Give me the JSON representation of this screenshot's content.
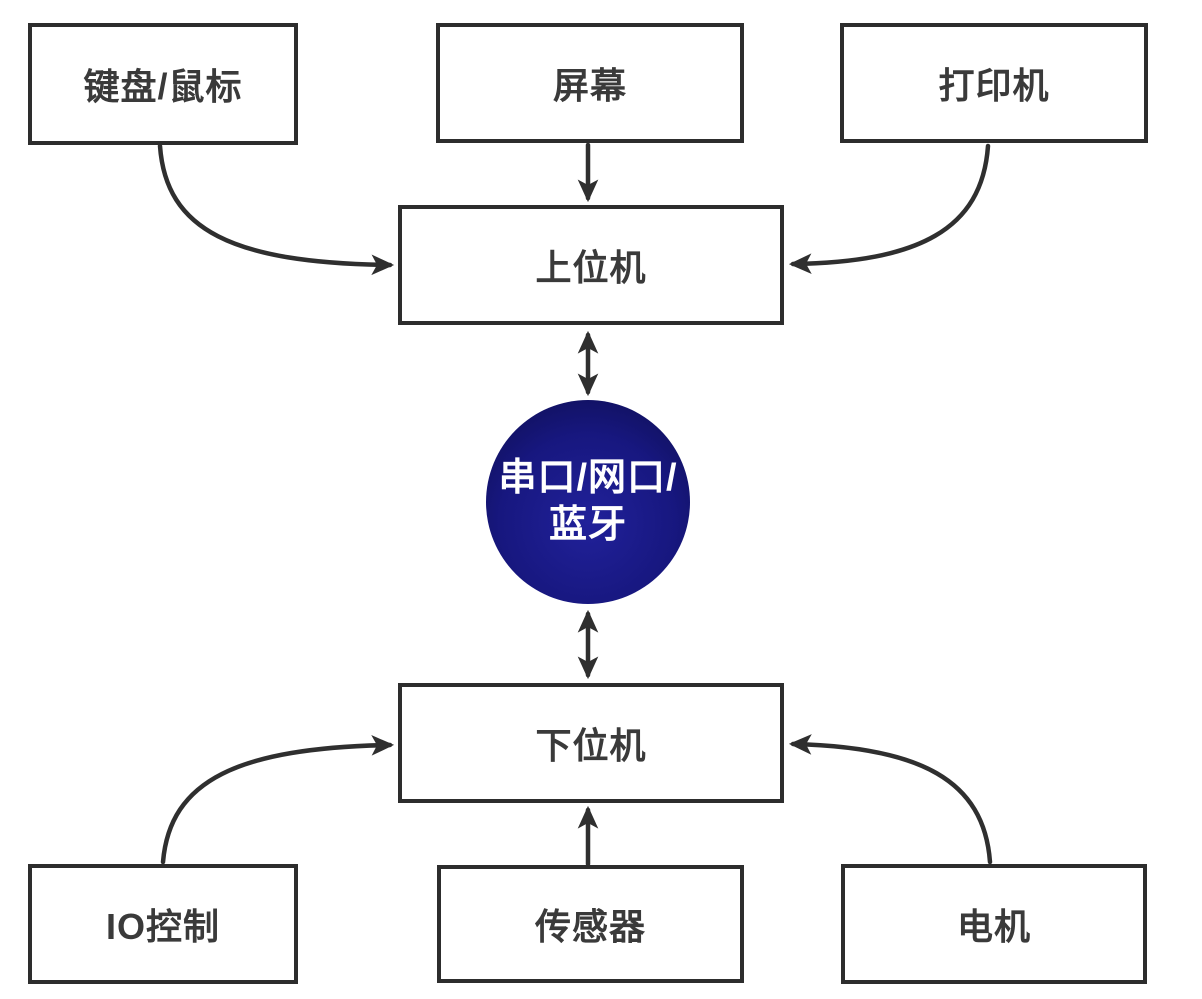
{
  "diagram": {
    "background_color": "#ffffff",
    "box_border_color": "#2d2d2d",
    "box_fill_color": "#ffffff",
    "box_text_color": "#3a3a3a",
    "arrow_color": "#2f2f2f",
    "nodes": {
      "keyboard_mouse": {
        "label": "键盘/鼠标"
      },
      "screen": {
        "label": "屏幕"
      },
      "printer": {
        "label": "打印机"
      },
      "host": {
        "label": "上位机"
      },
      "slave": {
        "label": "下位机"
      },
      "io_control": {
        "label": "IO控制"
      },
      "sensor": {
        "label": "传感器"
      },
      "motor": {
        "label": "电机"
      }
    },
    "hub": {
      "line1": "串口/网口/",
      "line2": "蓝牙",
      "text_color": "#ffffff",
      "fill_center": "#21219a",
      "fill_mid": "#17177f",
      "fill_edge": "#0d0d4c"
    },
    "edges": [
      {
        "from": "keyboard_mouse",
        "to": "host",
        "style": "curved",
        "direction": "one-way"
      },
      {
        "from": "screen",
        "to": "host",
        "style": "straight",
        "direction": "one-way"
      },
      {
        "from": "printer",
        "to": "host",
        "style": "curved",
        "direction": "one-way"
      },
      {
        "from": "host",
        "to": "hub",
        "style": "straight",
        "direction": "two-way"
      },
      {
        "from": "hub",
        "to": "slave",
        "style": "straight",
        "direction": "two-way"
      },
      {
        "from": "io_control",
        "to": "slave",
        "style": "curved",
        "direction": "one-way"
      },
      {
        "from": "sensor",
        "to": "slave",
        "style": "straight",
        "direction": "one-way"
      },
      {
        "from": "motor",
        "to": "slave",
        "style": "curved",
        "direction": "one-way"
      }
    ]
  }
}
